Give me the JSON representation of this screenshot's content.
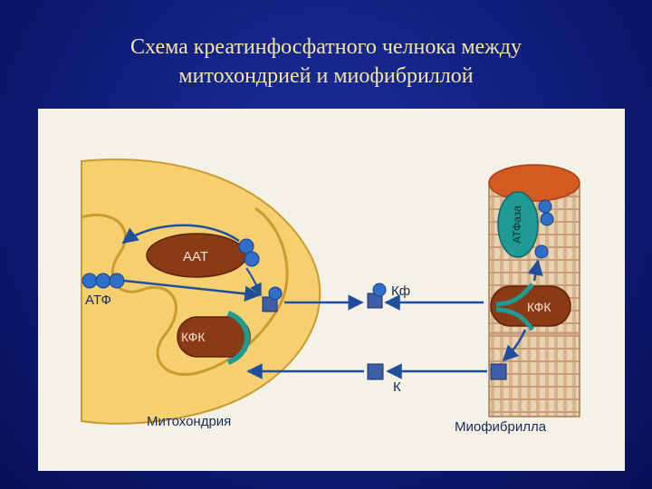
{
  "slide": {
    "title_line1": "Схема креатинфосфатного челнока между",
    "title_line2": "митохондрией и миофибриллой"
  },
  "diagram": {
    "mitochondria_label": "Митохондрия",
    "myofibril_label": "Миофибрилла",
    "aat_label": "ААТ",
    "atf_label": "АТФ",
    "kfk_mito_label": "КФК",
    "kfk_myo_label": "КФК",
    "atfase_label": "АТФаза",
    "kf_label": "Кф",
    "k_label": "К"
  },
  "colors": {
    "background": "#0f1c78",
    "title": "#f2e6a8",
    "mitochondria_fill": "#f6d070",
    "enzyme_fill": "#8a3a14",
    "atpase_fill": "#1f9a95",
    "molecule_blue": "#2e6fc9",
    "arrow": "#1f4f9c",
    "myofibril_stripe": "#d9bd9b",
    "myofibril_top": "#d45a22"
  }
}
